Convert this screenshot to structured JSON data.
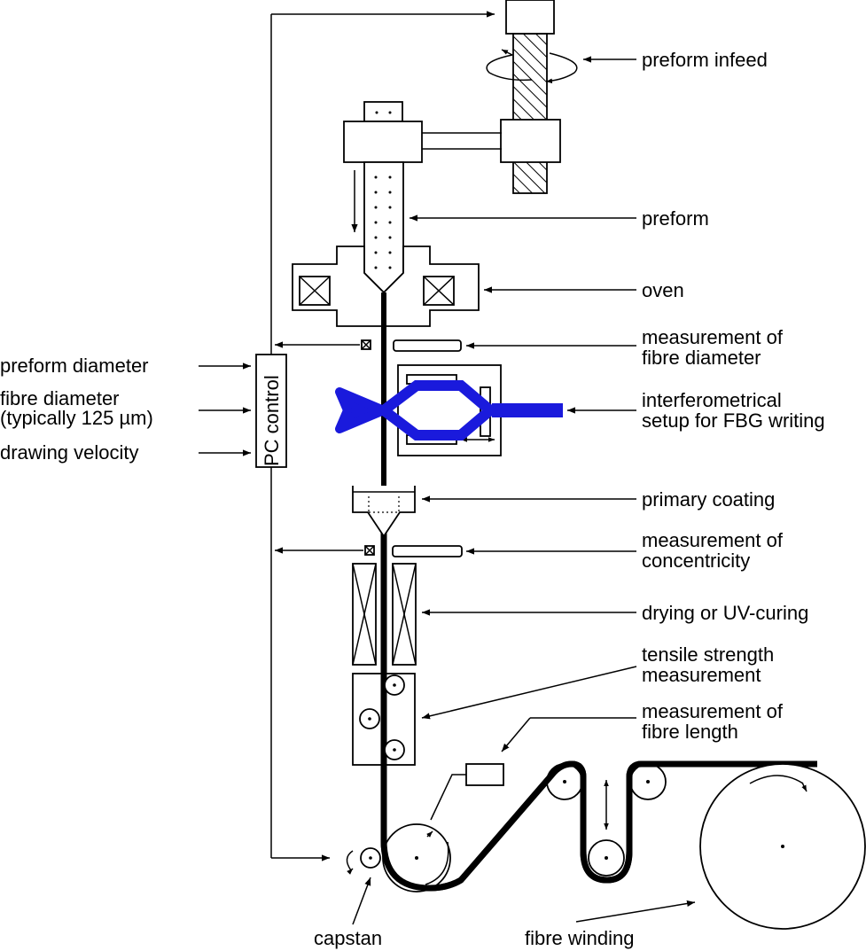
{
  "labels": {
    "preform_infeed": "preform infeed",
    "preform": "preform",
    "oven": "oven",
    "measurement_fibre_diameter_1": "measurement of",
    "measurement_fibre_diameter_2": "fibre diameter",
    "interferometrical_1": "interferometrical",
    "interferometrical_2": "setup for FBG writing",
    "primary_coating": "primary coating",
    "measurement_concentricity_1": "measurement of",
    "measurement_concentricity_2": "concentricity",
    "drying": "drying or UV-curing",
    "tensile_1": "tensile strength",
    "tensile_2": "measurement",
    "fibre_length_1": "measurement of",
    "fibre_length_2": "fibre length",
    "capstan": "capstan",
    "fibre_winding": "fibre winding",
    "pc_control": "PC control"
  },
  "inputs": {
    "preform_diameter": "preform diameter",
    "fibre_diameter_1": "fibre diameter",
    "fibre_diameter_2": "(typically 125 µm)",
    "drawing_velocity": "drawing velocity"
  },
  "colors": {
    "laser": "#1a1adc",
    "line": "#000000"
  }
}
